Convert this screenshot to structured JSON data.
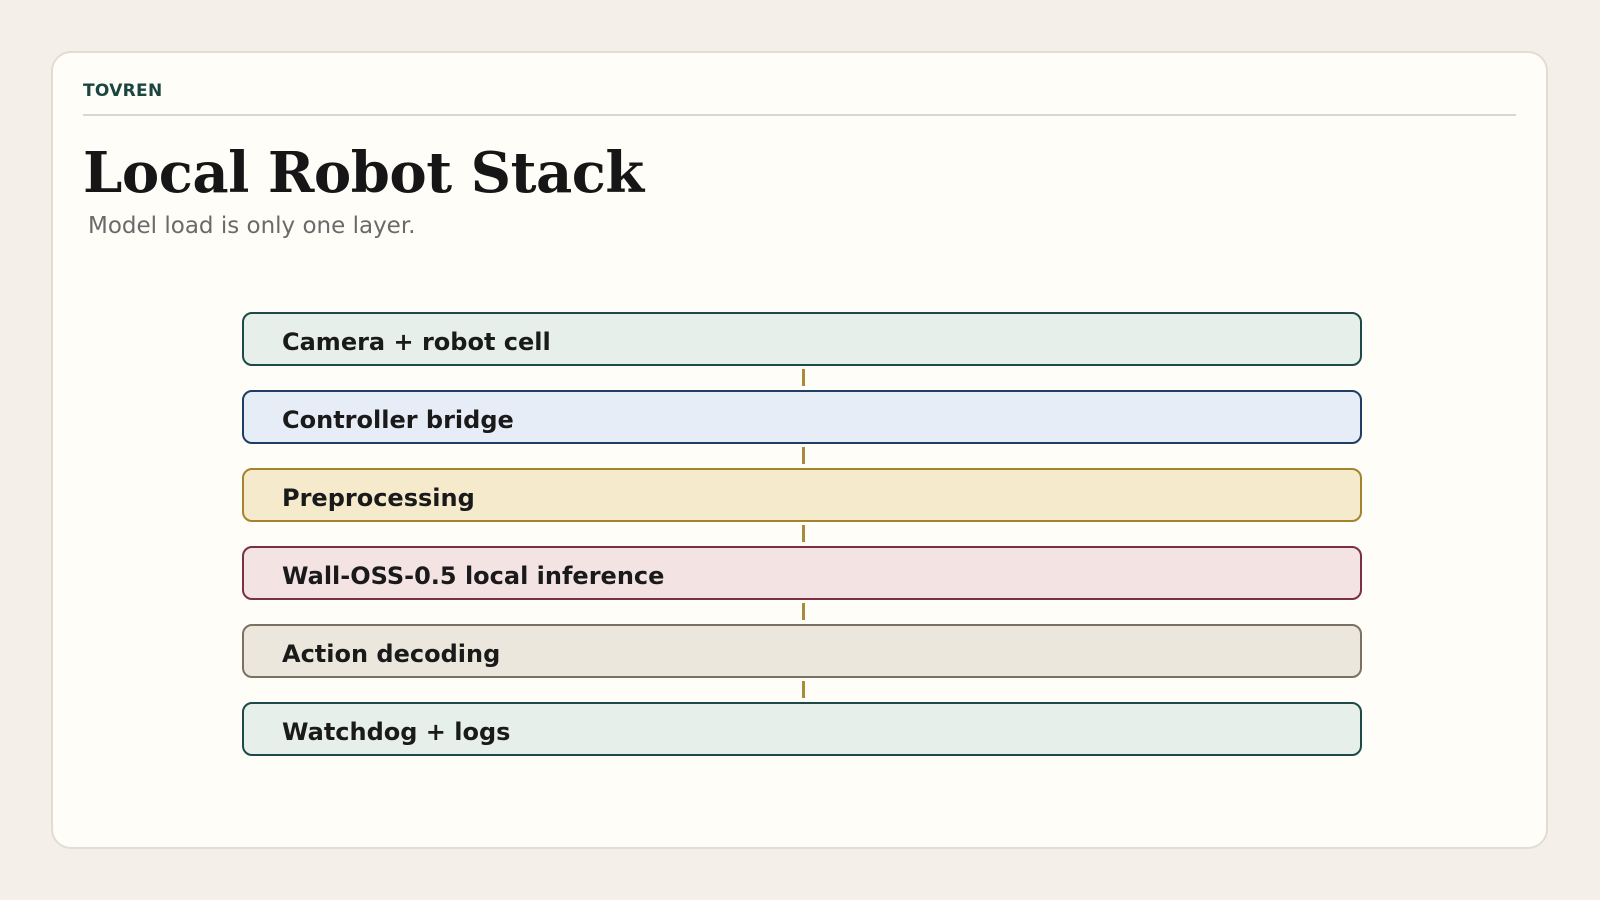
{
  "brand": "TOVREN",
  "title": "Local Robot Stack",
  "subtitle": "Model load is only one layer.",
  "layers": [
    {
      "label": "Camera + robot cell",
      "fill": "#e6efea",
      "stroke": "#1d4a46"
    },
    {
      "label": "Controller bridge",
      "fill": "#e6edf6",
      "stroke": "#1e3e63"
    },
    {
      "label": "Preprocessing",
      "fill": "#f6eacd",
      "stroke": "#a4822e"
    },
    {
      "label": "Wall-OSS-0.5 local inference",
      "fill": "#f3e3e3",
      "stroke": "#7c2e42"
    },
    {
      "label": "Action decoding",
      "fill": "#ece7dd",
      "stroke": "#7a7163"
    },
    {
      "label": "Watchdog + logs",
      "fill": "#e6efea",
      "stroke": "#1d4a46"
    }
  ],
  "colors": {
    "background": "#f4f0e9",
    "card": "#fefdf8",
    "connector": "#a88a3c",
    "brand": "#1b4541"
  }
}
